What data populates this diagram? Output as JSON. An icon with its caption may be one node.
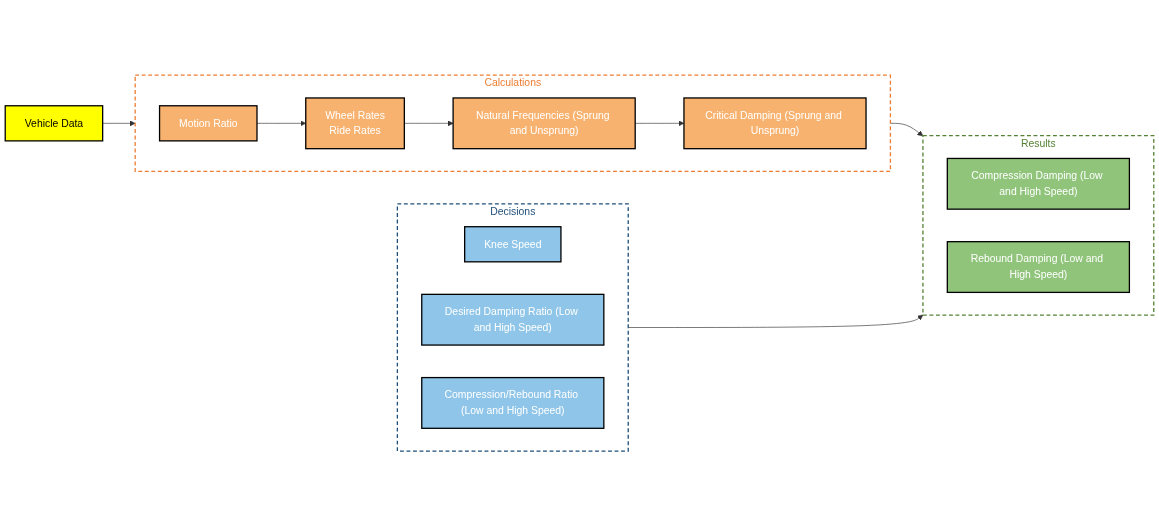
{
  "diagram": {
    "nodes": [
      {
        "text": [
          "Vehicle Data"
        ]
      },
      {
        "text": [
          "Calculations"
        ]
      },
      {
        "text": [
          "Motion Ratio"
        ],
        "in": 1
      },
      {
        "text": [
          "Wheel Rates",
          "Ride Rates"
        ],
        "in": 1
      },
      {
        "text": [
          "Natural Frequencies (Sprung and Unsprung)"
        ],
        "in": 1
      },
      {
        "text": [
          "Critical Damping (Sprung and Unsprung)"
        ],
        "in": 1
      },
      {
        "text": [
          "Decisions"
        ]
      },
      {
        "text": [
          "Knee Speed"
        ],
        "in": 6
      },
      {
        "text": [
          "Desired Damping Ratio (Low and High Speed)"
        ],
        "in": 6
      },
      {
        "text": [
          "Compression/Rebound Ratio (Low and High Speed)"
        ],
        "in": 6
      },
      {
        "text": [
          "Results"
        ]
      },
      {
        "text": [
          "Compression Damping (Low and High Speed)"
        ],
        "in": 10
      },
      {
        "text": [
          "Rebound Damping (Low and High Speed)"
        ],
        "in": 10
      }
    ],
    "edges": [
      {
        "from": 0,
        "to": 1,
        "arrow": "to"
      },
      {
        "from": 2,
        "to": 3,
        "arrow": "to"
      },
      {
        "from": 3,
        "to": 4,
        "arrow": "to"
      },
      {
        "from": 4,
        "to": 5,
        "arrow": "to"
      },
      {
        "from": 1,
        "to": 10,
        "arrow": "to"
      },
      {
        "from": 6,
        "to": 10,
        "arrow": "to"
      }
    ]
  }
}
